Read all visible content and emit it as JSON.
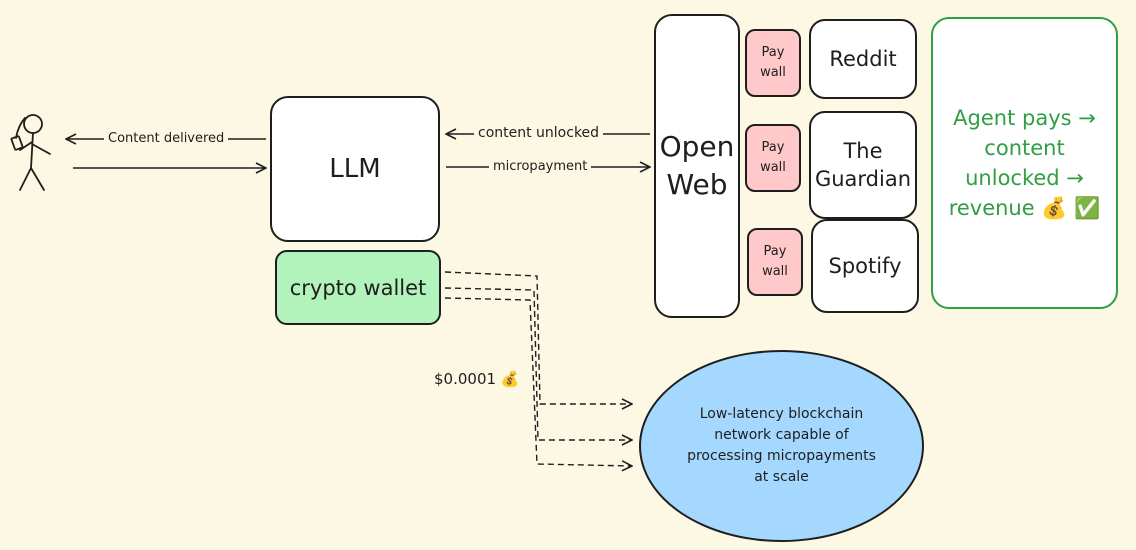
{
  "nodes": {
    "llm": "LLM",
    "crypto_wallet": "crypto wallet",
    "open_web": [
      "Open",
      "Web"
    ],
    "paywall": [
      "Pay",
      "wall"
    ],
    "sites": {
      "reddit": [
        "Reddit"
      ],
      "guardian": [
        "The",
        "Guardian"
      ],
      "spotify": [
        "Spotify"
      ]
    },
    "result_lines": [
      "Agent pays →",
      "content",
      "unlocked →",
      "revenue 💰 ✅"
    ],
    "blockchain": "Low-latency blockchain network capable of processing micropayments at scale"
  },
  "edges": {
    "content_delivered": "Content delivered",
    "content_unlocked": "content unlocked",
    "micropayment": "micropayment",
    "payment_amount": "$0.0001 💰"
  },
  "colors": {
    "background": "#fdf8e4",
    "stroke": "#1e1e1e",
    "wallet_fill": "#b2f2bb",
    "paywall_fill": "#ffc9c9",
    "result_green": "#2f9e44",
    "blockchain_fill": "#a5d8ff"
  },
  "icons": {
    "user": "stick-figure-icon",
    "money": "money-bag-icon",
    "check": "check-mark-icon"
  }
}
